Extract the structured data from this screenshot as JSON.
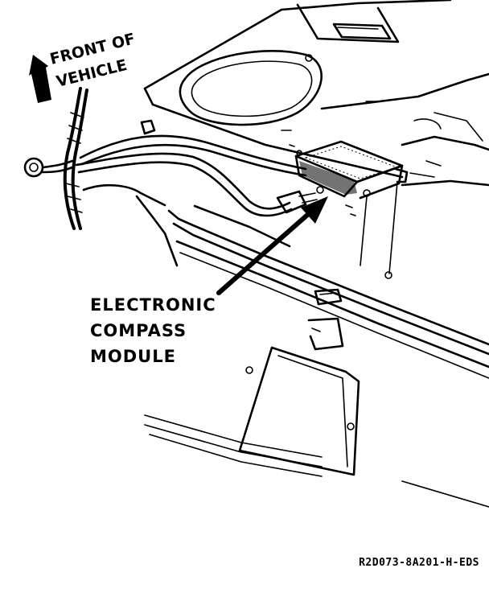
{
  "labels": {
    "front_line1": "FRONT OF",
    "front_line2": "VEHICLE",
    "callout_line1": "ELECTRONIC",
    "callout_line2": "COMPASS",
    "callout_line3": "MODULE",
    "figure_code": "R2D073-8A201-H-EDS"
  },
  "icons": {
    "direction_arrow": "front-arrow-icon"
  },
  "colors": {
    "ink": "#000000",
    "paper": "#ffffff"
  }
}
